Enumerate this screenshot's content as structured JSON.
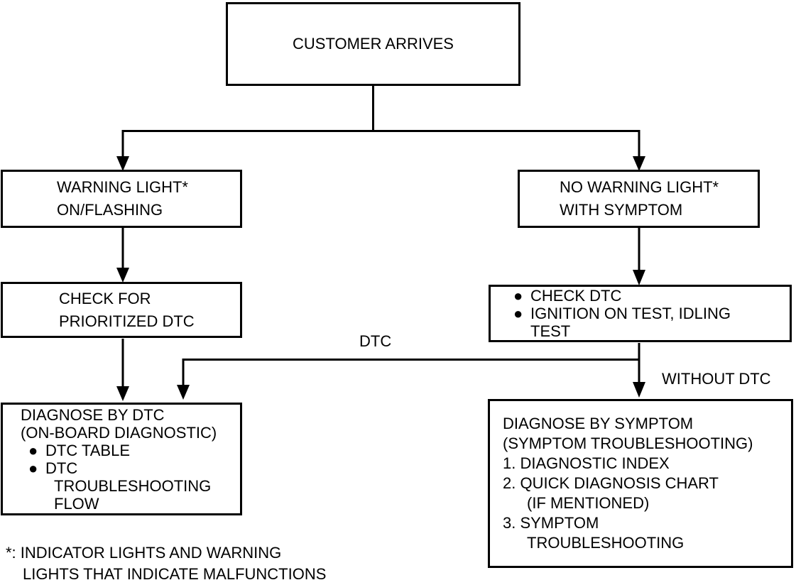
{
  "diagram": {
    "colors": {
      "background": "#ffffff",
      "line": "#000000",
      "text": "#000000"
    },
    "nodes": {
      "customer": {
        "text": "CUSTOMER ARRIVES"
      },
      "warning": {
        "text": "WARNING LIGHT*\nON/FLASHING"
      },
      "no_warning": {
        "text": "NO WARNING LIGHT*\nWITH SYMPTOM"
      },
      "check_prioritized": {
        "text": "CHECK FOR\nPRIORITIZED DTC"
      },
      "check_dtc": {
        "bullet": "●",
        "items": [
          "CHECK DTC",
          "IGNITION ON TEST, IDLING\nTEST"
        ]
      },
      "diagnose_dtc": {
        "heading": "DIAGNOSE BY DTC\n(ON-BOARD DIAGNOSTIC)",
        "bullet": "●",
        "items": [
          "DTC TABLE",
          "DTC\nTROUBLESHOOTING\nFLOW"
        ]
      },
      "diagnose_symptom": {
        "heading": "DIAGNOSE BY SYMPTOM\n(SYMPTOM TROUBLESHOOTING)",
        "items": [
          "1. DIAGNOSTIC INDEX",
          "2. QUICK DIAGNOSIS CHART\n(IF MENTIONED)",
          "3. SYMPTOM\nTROUBLESHOOTING"
        ]
      }
    },
    "edge_labels": {
      "dtc": "DTC",
      "without_dtc": "WITHOUT DTC"
    },
    "footnote": "*: INDICATOR LIGHTS AND WARNING\nLIGHTS THAT INDICATE MALFUNCTIONS"
  }
}
